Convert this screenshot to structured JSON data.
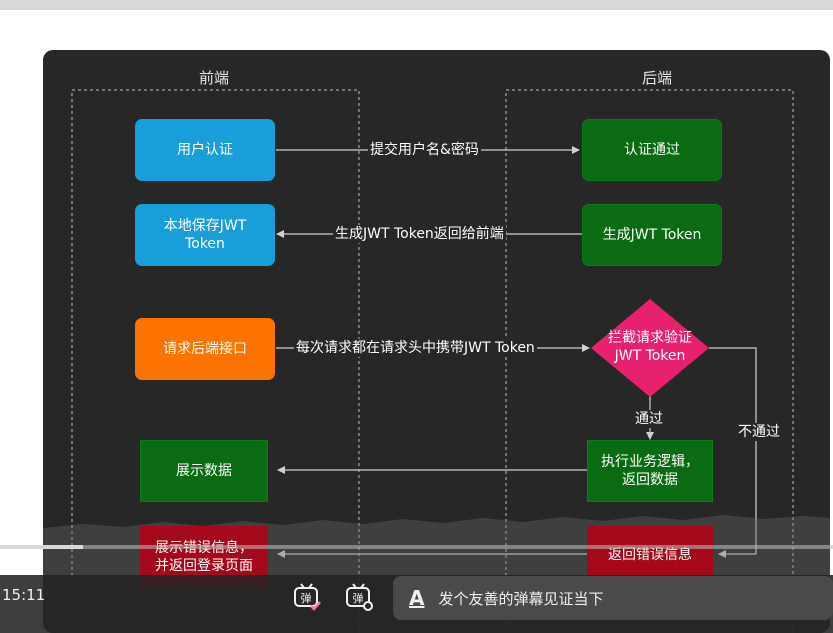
{
  "diagram": {
    "columns": {
      "frontend": "前端",
      "backend": "后端"
    },
    "nodes": {
      "user_auth": "用户认证",
      "save_token_line1": "本地保存JWT",
      "save_token_line2": "Token",
      "request_api": "请求后端接口",
      "show_data": "展示数据",
      "show_error_line1": "展示错误信息，",
      "show_error_line2": "并返回登录页面",
      "auth_pass": "认证通过",
      "gen_token": "生成JWT Token",
      "intercept_line1": "拦截请求验证",
      "intercept_line2": "JWT Token",
      "exec_logic_line1": "执行业务逻辑，",
      "exec_logic_line2": "返回数据",
      "return_error": "返回错误信息"
    },
    "edges": {
      "submit": "提交用户名&密码",
      "return_token": "生成JWT Token返回给前端",
      "carry_token": "每次请求都在请求头中携带JWT Token",
      "pass": "通过",
      "fail": "不通过"
    },
    "colors": {
      "blue": "#199ed9",
      "green": "#0a6b12",
      "orange": "#fd7300",
      "pink": "#e8216f",
      "red": "#a3091a"
    }
  },
  "player": {
    "time": "15:11",
    "danmaku_placeholder": "发个友善的弹幕见证当下",
    "danmaku_icon_label": "A",
    "danmaku_toggle_icon": "danmaku-toggle-icon",
    "danmaku_settings_icon": "danmaku-settings-icon",
    "progress": 0.1
  }
}
